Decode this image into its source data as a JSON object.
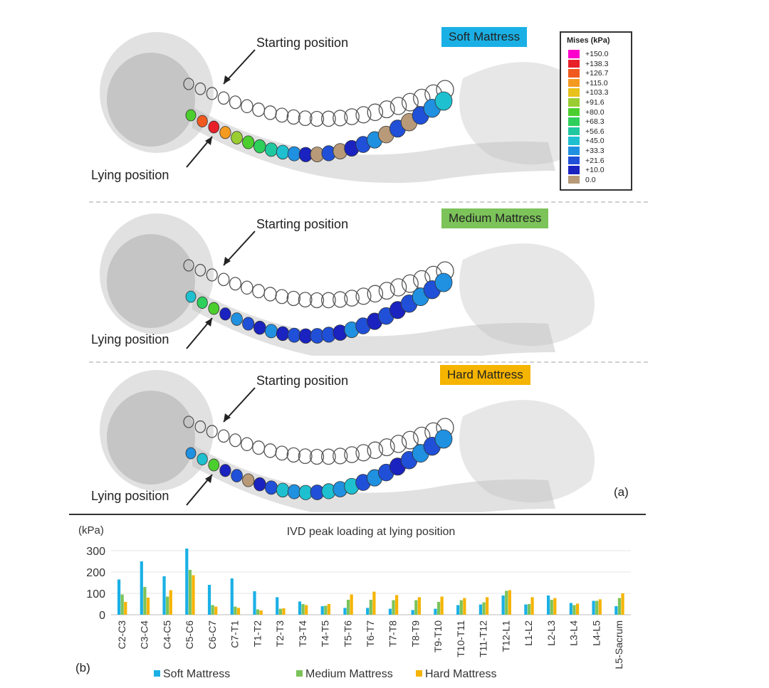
{
  "panels": [
    {
      "badge": "Soft Mattress",
      "badge_color": "#1ab0e5",
      "starting_label": "Starting position",
      "lying_label": "Lying position"
    },
    {
      "badge": "Medium Mattress",
      "badge_color": "#7cc35a",
      "starting_label": "Starting position",
      "lying_label": "Lying position"
    },
    {
      "badge": "Hard Mattress",
      "badge_color": "#f5b400",
      "starting_label": "Starting position",
      "lying_label": "Lying position"
    }
  ],
  "legend": {
    "title": "Mises (kPa)",
    "values": [
      "+150.0",
      "+138.3",
      "+126.7",
      "+115.0",
      "+103.3",
      "+91.6",
      "+80.0",
      "+68.3",
      "+56.6",
      "+45.0",
      "+33.3",
      "+21.6",
      "+10.0",
      "0.0"
    ],
    "colors": [
      "#ff00cc",
      "#e8202a",
      "#f05a1e",
      "#f59a20",
      "#e8c21a",
      "#9acd32",
      "#4ccf2e",
      "#2ecf5a",
      "#20c8a0",
      "#1ec0d0",
      "#2090e0",
      "#2050d8",
      "#1a22c0",
      "#b89a78"
    ]
  },
  "panel_a_label": "(a)",
  "panel_b_label": "(b)",
  "chart_data": {
    "type": "bar",
    "title": "IVD peak loading at lying position",
    "ylabel": "(kPa)",
    "ylim": [
      0,
      320
    ],
    "yticks": [
      0,
      100,
      200,
      300
    ],
    "grid": true,
    "legend_position": "bottom",
    "categories": [
      "C2-C3",
      "C3-C4",
      "C4-C5",
      "C5-C6",
      "C6-C7",
      "C7-T1",
      "T1-T2",
      "T2-T3",
      "T3-T4",
      "T4-T5",
      "T5-T6",
      "T6-T7",
      "T7-T8",
      "T8-T9",
      "T9-T10",
      "T10-T11",
      "T11-T12",
      "T12-L1",
      "L1-L2",
      "L2-L3",
      "L3-L4",
      "L4-L5",
      "L5-Sacrum"
    ],
    "series": [
      {
        "name": "Soft Mattress",
        "color": "#1ab0e5",
        "values": [
          165,
          250,
          180,
          310,
          140,
          170,
          110,
          82,
          62,
          40,
          32,
          32,
          28,
          22,
          28,
          45,
          48,
          90,
          48,
          90,
          55,
          65,
          40
        ]
      },
      {
        "name": "Medium Mattress",
        "color": "#7cc35a",
        "values": [
          95,
          130,
          85,
          210,
          45,
          38,
          25,
          28,
          50,
          42,
          70,
          70,
          68,
          68,
          60,
          68,
          58,
          112,
          50,
          70,
          45,
          65,
          78
        ]
      },
      {
        "name": "Hard Mattress",
        "color": "#f5b400",
        "values": [
          60,
          80,
          115,
          185,
          38,
          32,
          20,
          30,
          45,
          50,
          95,
          108,
          92,
          82,
          85,
          78,
          82,
          115,
          82,
          78,
          52,
          72,
          100
        ]
      }
    ]
  }
}
